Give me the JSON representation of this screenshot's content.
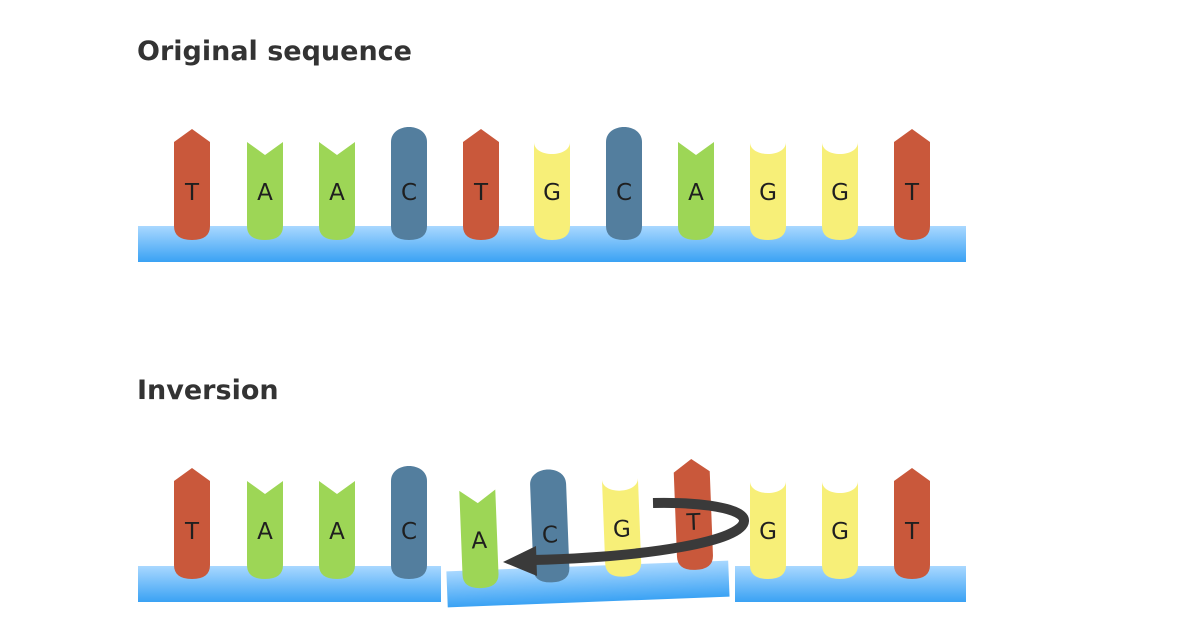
{
  "headings": {
    "original": "Original sequence",
    "inversion": "Inversion"
  },
  "colors": {
    "T": "#c9583b",
    "A": "#9dd656",
    "C": "#537e9e",
    "G": "#f7ef78",
    "backbone_top": "#a9d8ff",
    "backbone_bottom": "#3aa2f4",
    "arrow": "#3a3a3a"
  },
  "original_sequence": {
    "bases": [
      "T",
      "A",
      "A",
      "C",
      "T",
      "G",
      "C",
      "A",
      "G",
      "G",
      "T"
    ]
  },
  "inversion_sequence": {
    "bases": [
      "T",
      "A",
      "A",
      "C",
      "A",
      "C",
      "G",
      "T",
      "G",
      "G",
      "T"
    ],
    "inverted_segment": [
      4,
      5,
      6,
      7
    ]
  },
  "arrow": {
    "icon": "curved-arrow-icon",
    "direction": "right-to-left"
  }
}
